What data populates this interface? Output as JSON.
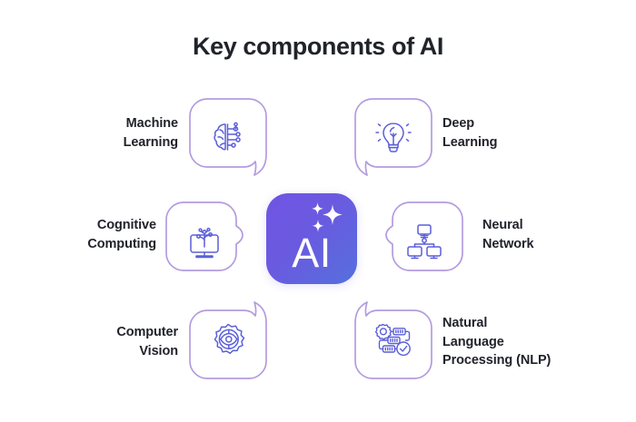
{
  "title": "Key components of AI",
  "background_color": "#ffffff",
  "center": {
    "name": "ai-badge",
    "text": "AI",
    "gradient_from": "#7055E3",
    "gradient_to": "#5570DD",
    "sparkle_count": 3
  },
  "palette": {
    "bubble_border": "#B49BE0",
    "icon_stroke": "#5B5FD9",
    "text": "#21232a"
  },
  "components": [
    {
      "id": "machine-learning",
      "label": "Machine\nLearning",
      "icon": "brain-circuit-icon",
      "tail": "bottom-right",
      "label_side": "left"
    },
    {
      "id": "deep-learning",
      "label": "Deep\nLearning",
      "icon": "lightbulb-icon",
      "tail": "bottom-left",
      "label_side": "right"
    },
    {
      "id": "cognitive-computing",
      "label": "Cognitive\nComputing",
      "icon": "monitor-sprout-icon",
      "tail": "right",
      "label_side": "left"
    },
    {
      "id": "neural-network",
      "label": "Neural\nNetwork",
      "icon": "network-nodes-icon",
      "tail": "left",
      "label_side": "right"
    },
    {
      "id": "computer-vision",
      "label": "Computer\nVision",
      "icon": "gear-eye-icon",
      "tail": "top-right",
      "label_side": "left"
    },
    {
      "id": "natural-language-processing",
      "label": "Natural\nLanguage\nProcessing (NLP)",
      "icon": "process-flow-icon",
      "tail": "top-left",
      "label_side": "right"
    }
  ]
}
